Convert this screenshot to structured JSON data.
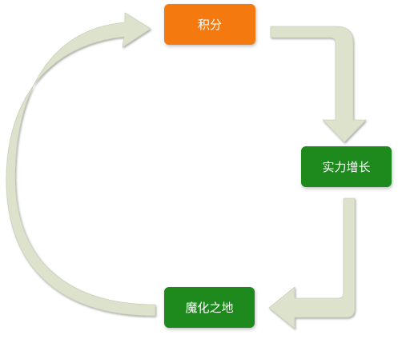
{
  "diagram": {
    "nodes": [
      {
        "id": "points",
        "label": "积分",
        "color": "#f47a0f"
      },
      {
        "id": "strength",
        "label": "实力增长",
        "color": "#1e8a1e"
      },
      {
        "id": "magic",
        "label": "魔化之地",
        "color": "#1e8a1e"
      }
    ],
    "arrows": [
      {
        "from": "points",
        "to": "strength"
      },
      {
        "from": "strength",
        "to": "magic"
      },
      {
        "from": "magic",
        "to": "points"
      }
    ],
    "arrow_color": "#dde2cc",
    "arrow_shadow_color": "#c3c9ad"
  }
}
